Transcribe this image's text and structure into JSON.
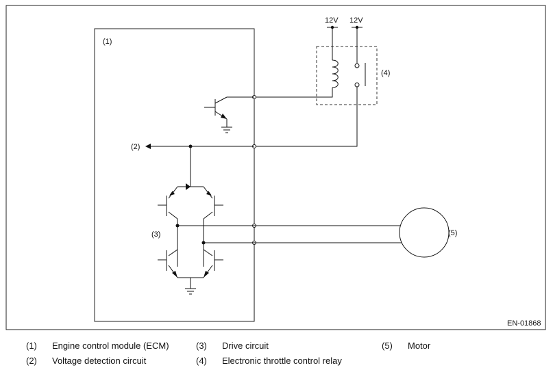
{
  "diagram": {
    "labels": {
      "ecm": "(1)",
      "voltage_detection": "(2)",
      "drive_circuit": "(3)",
      "relay": "(4)",
      "motor": "(5)",
      "supply_left": "12V",
      "supply_right": "12V"
    },
    "figure_code": "EN-01868"
  },
  "legend": [
    {
      "num": "(1)",
      "text": "Engine control module (ECM)"
    },
    {
      "num": "(2)",
      "text": "Voltage detection circuit"
    },
    {
      "num": "(3)",
      "text": "Drive circuit"
    },
    {
      "num": "(4)",
      "text": "Electronic throttle control relay"
    },
    {
      "num": "(5)",
      "text": "Motor"
    }
  ]
}
